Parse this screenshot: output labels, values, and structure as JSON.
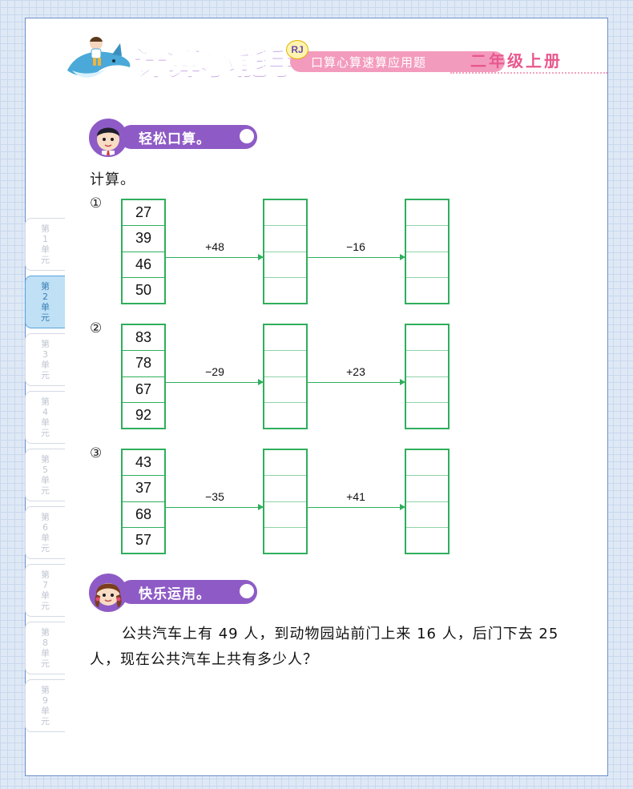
{
  "header": {
    "logo": "计算小能手",
    "badge": "RJ",
    "subtitle": "口算心算速算应用题",
    "grade": "二年级上册"
  },
  "side_tabs": [
    {
      "label": [
        "第",
        "1",
        "单",
        "元"
      ],
      "active": false
    },
    {
      "label": [
        "第",
        "2",
        "单",
        "元"
      ],
      "active": true
    },
    {
      "label": [
        "第",
        "3",
        "单",
        "元"
      ],
      "active": false
    },
    {
      "label": [
        "第",
        "4",
        "单",
        "元"
      ],
      "active": false
    },
    {
      "label": [
        "第",
        "5",
        "单",
        "元"
      ],
      "active": false
    },
    {
      "label": [
        "第",
        "6",
        "单",
        "元"
      ],
      "active": false
    },
    {
      "label": [
        "第",
        "7",
        "单",
        "元"
      ],
      "active": false
    },
    {
      "label": [
        "第",
        "8",
        "单",
        "元"
      ],
      "active": false
    },
    {
      "label": [
        "第",
        "9",
        "单",
        "元"
      ],
      "active": false
    }
  ],
  "section1": {
    "title": "轻松口算。",
    "instruction": "计算。",
    "exercises": [
      {
        "label": "①",
        "numbers": [
          "27",
          "39",
          "46",
          "50"
        ],
        "op1": "+48",
        "op2": "−16"
      },
      {
        "label": "②",
        "numbers": [
          "83",
          "78",
          "67",
          "92"
        ],
        "op1": "−29",
        "op2": "+23"
      },
      {
        "label": "③",
        "numbers": [
          "43",
          "37",
          "68",
          "57"
        ],
        "op1": "−35",
        "op2": "+41"
      }
    ]
  },
  "section2": {
    "title": "快乐运用。",
    "problem": "公共汽车上有 49 人，到动物园站前门上来 16 人，后门下去 25 人，现在公共汽车上共有多少人？"
  },
  "colors": {
    "accent_purple": "#8e5bc6",
    "accent_pink": "#e8588e",
    "grid_green": "#2fae5c",
    "tab_active": "#bfe0f5"
  }
}
